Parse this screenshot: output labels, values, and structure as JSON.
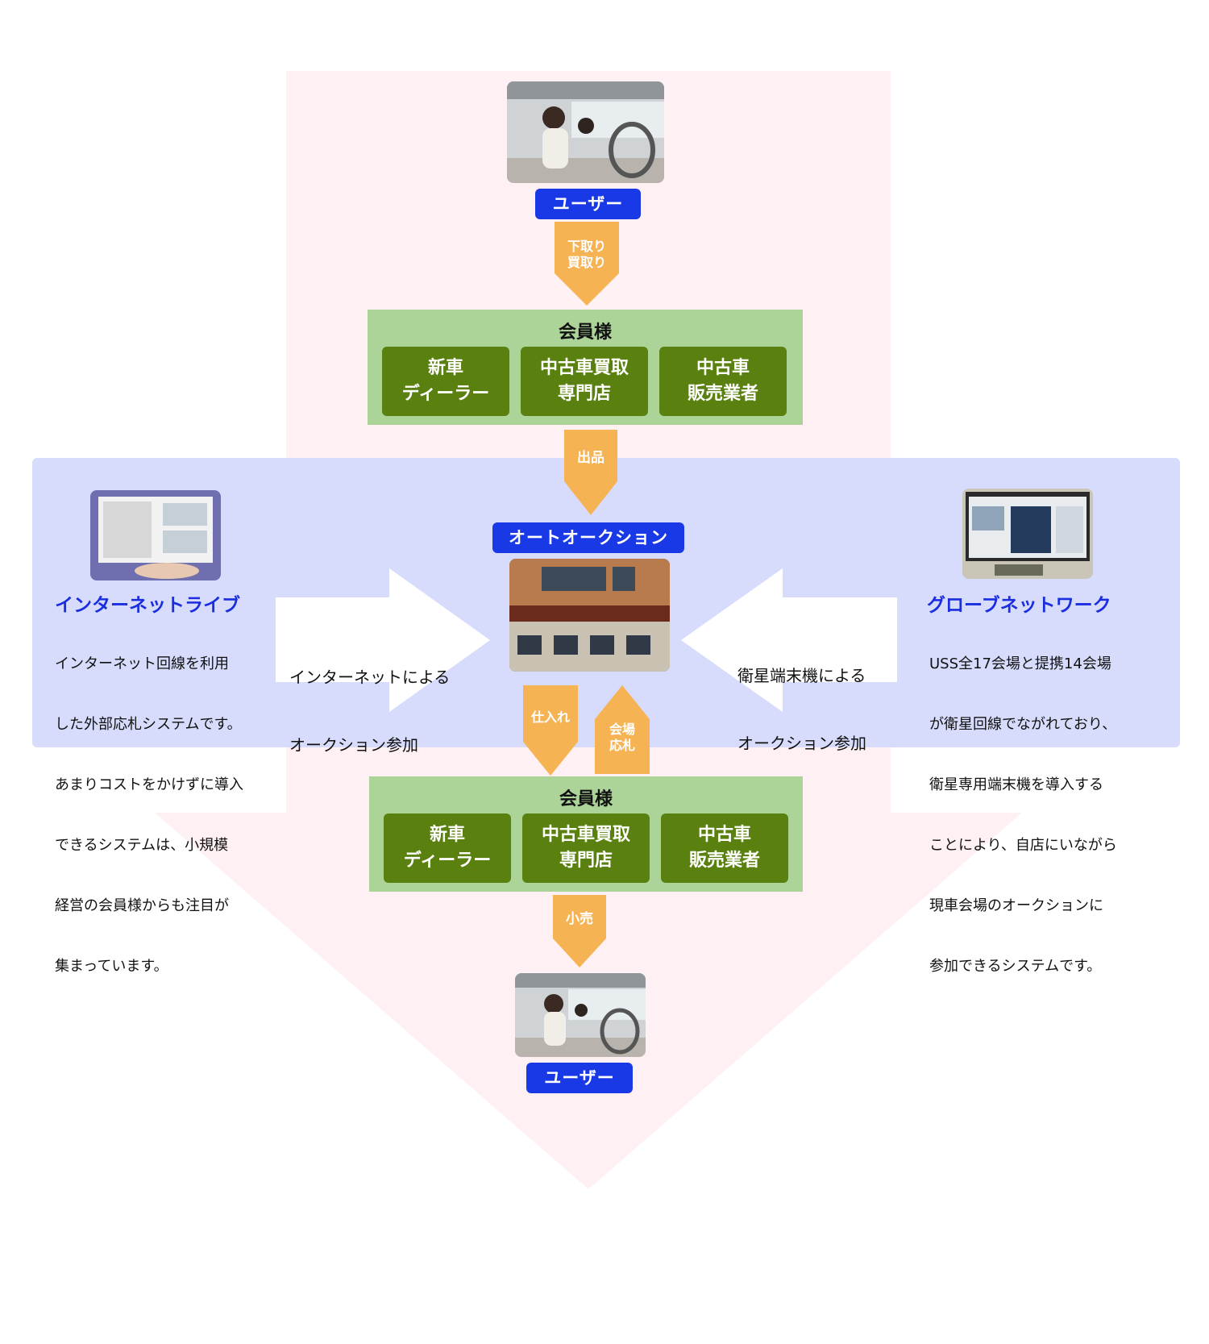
{
  "colors": {
    "flow_bg": "#fff1f3",
    "band_bg": "#d8dcfc",
    "user_pill": "#1a39e6",
    "member_bg": "#acd499",
    "member_tile": "#5a800f",
    "small_arrow": "#f6b354",
    "side_title": "#1a2ee0"
  },
  "user_top": {
    "label": "ユーザー",
    "photo": "woman-driving-car-photo"
  },
  "arrow_trade": {
    "line1": "下取り",
    "line2": "買取り"
  },
  "member_top": {
    "title": "会員様",
    "tiles": [
      {
        "line1": "新車",
        "line2": "ディーラー"
      },
      {
        "line1": "中古車買取",
        "line2": "専門店"
      },
      {
        "line1": "中古車",
        "line2": "販売業者"
      }
    ]
  },
  "arrow_listing": {
    "label": "出品"
  },
  "auction": {
    "label": "オートオークション",
    "photo": "auction-hall-photo"
  },
  "internet_live": {
    "title": "インターネットライブ",
    "lines": [
      "インターネット回線を利用",
      "した外部応札システムです。",
      "あまりコストをかけずに導入",
      "できるシステムは、小規模",
      "経営の会員様からも注目が",
      "集まっています。"
    ],
    "photo": "internet-bidding-screen-photo",
    "arrow_line1": "インターネットによる",
    "arrow_line2": "オークション参加"
  },
  "globe_network": {
    "title": "グローブネットワーク",
    "lines": [
      "USS全17会場と提携14会場",
      "が衛星回線でながれており、",
      "衛星専用端末機を導入する",
      "ことにより、自店にいながら",
      "現車会場のオークションに",
      "参加できるシステムです。"
    ],
    "photo": "satellite-terminal-photo",
    "arrow_line1": "衛星端末機による",
    "arrow_line2": "オークション参加"
  },
  "arrow_purchase": {
    "label": "仕入れ"
  },
  "arrow_bid": {
    "line1": "会場",
    "line2": "応札"
  },
  "member_bottom": {
    "title": "会員様",
    "tiles": [
      {
        "line1": "新車",
        "line2": "ディーラー"
      },
      {
        "line1": "中古車買取",
        "line2": "専門店"
      },
      {
        "line1": "中古車",
        "line2": "販売業者"
      }
    ]
  },
  "arrow_retail": {
    "label": "小売"
  },
  "user_bottom": {
    "label": "ユーザー",
    "photo": "woman-driving-car-photo"
  }
}
